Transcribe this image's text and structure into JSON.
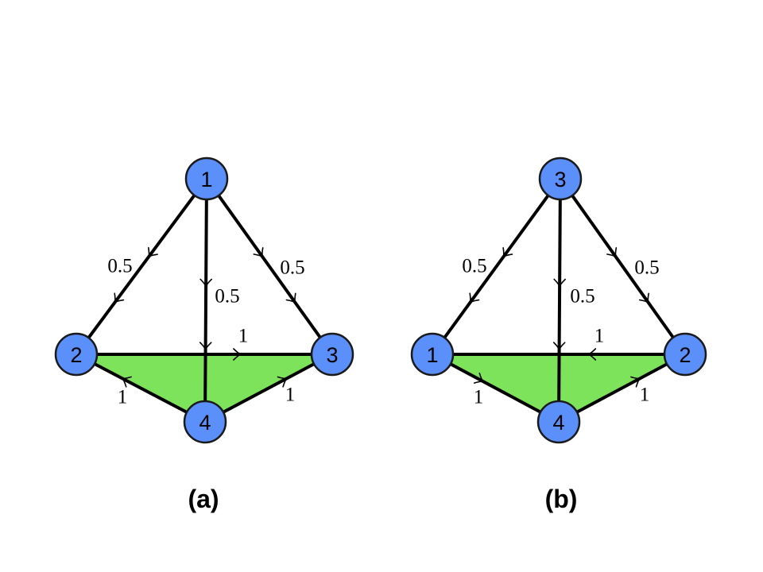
{
  "colors": {
    "node_fill": "#5B8FF9",
    "face_fill": "#7DE35A",
    "edge": "#000000"
  },
  "diagrams": [
    {
      "id": "a",
      "caption": "(a)",
      "nodes": [
        {
          "id": "top",
          "label": "1"
        },
        {
          "id": "left",
          "label": "2"
        },
        {
          "id": "right",
          "label": "3"
        },
        {
          "id": "bottom",
          "label": "4"
        }
      ],
      "shaded_face": [
        "left",
        "right",
        "bottom"
      ],
      "edges": [
        {
          "from": "top",
          "to": "left",
          "weight": "0.5",
          "arrow": "to"
        },
        {
          "from": "top",
          "to": "right",
          "weight": "0.5",
          "arrow": "to"
        },
        {
          "from": "top",
          "to": "bottom",
          "weight": "0.5",
          "arrow": "to"
        },
        {
          "from": "left",
          "to": "right",
          "weight": "1",
          "arrow": "to"
        },
        {
          "from": "left",
          "to": "bottom",
          "weight": "1",
          "arrow": "from"
        },
        {
          "from": "right",
          "to": "bottom",
          "weight": "1",
          "arrow": "from"
        }
      ]
    },
    {
      "id": "b",
      "caption": "(b)",
      "nodes": [
        {
          "id": "top",
          "label": "3"
        },
        {
          "id": "left",
          "label": "1"
        },
        {
          "id": "right",
          "label": "2"
        },
        {
          "id": "bottom",
          "label": "4"
        }
      ],
      "shaded_face": [
        "left",
        "right",
        "bottom"
      ],
      "edges": [
        {
          "from": "top",
          "to": "left",
          "weight": "0.5",
          "arrow": "to"
        },
        {
          "from": "top",
          "to": "right",
          "weight": "0.5",
          "arrow": "to"
        },
        {
          "from": "top",
          "to": "bottom",
          "weight": "0.5",
          "arrow": "to"
        },
        {
          "from": "left",
          "to": "right",
          "weight": "1",
          "arrow": "from"
        },
        {
          "from": "left",
          "to": "bottom",
          "weight": "1",
          "arrow": "to"
        },
        {
          "from": "right",
          "to": "bottom",
          "weight": "1",
          "arrow": "from"
        }
      ]
    }
  ]
}
